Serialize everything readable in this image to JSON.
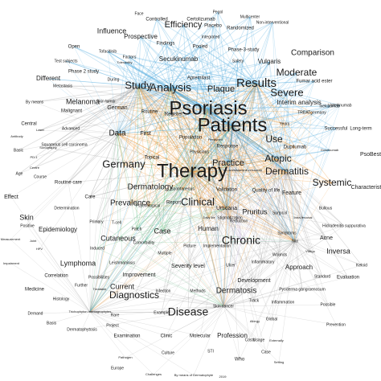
{
  "colors": {
    "blue": "#4aa8dc",
    "orange": "#ef9a3c",
    "green": "#3fae6a",
    "gray": "#9a9a9a",
    "purple": "#b8a0d8"
  },
  "words": [
    {
      "t": "Face",
      "g": "blue"
    },
    {
      "t": "Pegol",
      "g": "blue"
    },
    {
      "t": "Controlled",
      "g": "blue"
    },
    {
      "t": "Certolizumab",
      "g": "blue"
    },
    {
      "t": "Multicenter",
      "g": "blue"
    },
    {
      "t": "Non-interventional",
      "g": "blue"
    },
    {
      "t": "Influence",
      "g": "blue"
    },
    {
      "t": "Efficiency",
      "g": "blue"
    },
    {
      "t": "Placebo",
      "g": "blue"
    },
    {
      "t": "Randomized",
      "g": "blue"
    },
    {
      "t": "Prospective",
      "g": "blue"
    },
    {
      "t": "Findings",
      "g": "blue"
    },
    {
      "t": "Integrated",
      "g": "blue"
    },
    {
      "t": "Open",
      "g": "blue"
    },
    {
      "t": "Pooled",
      "g": "blue"
    },
    {
      "t": "Phase-3-study",
      "g": "blue"
    },
    {
      "t": "Tofacitinib",
      "g": "blue"
    },
    {
      "t": "Factors",
      "g": "blue"
    },
    {
      "t": "Secukinumab",
      "g": "blue"
    },
    {
      "t": "Safety",
      "g": "blue"
    },
    {
      "t": "Vulgaris",
      "g": "blue"
    },
    {
      "t": "Comparison",
      "g": "blue"
    },
    {
      "t": "Test subjects",
      "g": "blue"
    },
    {
      "t": "Tolerability",
      "g": "blue"
    },
    {
      "t": "Phase 2 study",
      "g": "blue"
    },
    {
      "t": "Moderate",
      "g": "blue"
    },
    {
      "t": "Different",
      "g": "blue"
    },
    {
      "t": "During",
      "g": "blue"
    },
    {
      "t": "Apremilast",
      "g": "blue"
    },
    {
      "t": "Fumar acid ester",
      "g": "blue"
    },
    {
      "t": "Study",
      "g": "blue"
    },
    {
      "t": "Analysis",
      "g": "blue"
    },
    {
      "t": "Plaque",
      "g": "blue"
    },
    {
      "t": "Results",
      "g": "blue"
    },
    {
      "t": "Metastasis",
      "g": "gray"
    },
    {
      "t": "Severe",
      "g": "blue"
    },
    {
      "t": "Melanoma",
      "g": "gray"
    },
    {
      "t": "Skin tumor",
      "g": "gray"
    },
    {
      "t": "Psoriasis",
      "g": "blue"
    },
    {
      "t": "Interim analysis",
      "g": "blue"
    },
    {
      "t": "Ustekinumab",
      "g": "blue"
    },
    {
      "t": "By means",
      "g": "gray"
    },
    {
      "t": "Malignant",
      "g": "gray"
    },
    {
      "t": "German",
      "g": "orange"
    },
    {
      "t": "Routine",
      "g": "orange"
    },
    {
      "t": "Register",
      "g": "orange"
    },
    {
      "t": "TREATgermany",
      "g": "orange"
    },
    {
      "t": "Ixekizumab",
      "g": "blue"
    },
    {
      "t": "Central",
      "g": "gray"
    },
    {
      "t": "Patients",
      "g": "blue"
    },
    {
      "t": "Years",
      "g": "orange"
    },
    {
      "t": "Antibody",
      "g": "gray"
    },
    {
      "t": "Laser",
      "g": "gray"
    },
    {
      "t": "Advanced",
      "g": "gray"
    },
    {
      "t": "Data",
      "g": "orange"
    },
    {
      "t": "First",
      "g": "orange"
    },
    {
      "t": "Successful",
      "g": "blue"
    },
    {
      "t": "Long-term",
      "g": "blue"
    },
    {
      "t": "Basic",
      "g": "gray"
    },
    {
      "t": "Sonography",
      "g": "gray"
    },
    {
      "t": "Squamous cell carcinoma",
      "g": "gray"
    },
    {
      "t": "Population",
      "g": "orange"
    },
    {
      "t": "Persistent",
      "g": "orange"
    },
    {
      "t": "Use",
      "g": "orange"
    },
    {
      "t": "Dupilumab",
      "g": "orange"
    },
    {
      "t": "Guselkumab",
      "g": "blue"
    },
    {
      "t": "PsoBest",
      "g": "blue"
    },
    {
      "t": "PD-1",
      "g": "gray"
    },
    {
      "t": "Topical",
      "g": "orange"
    },
    {
      "t": "Response",
      "g": "orange"
    },
    {
      "t": "Physicians",
      "g": "orange"
    },
    {
      "t": "Germany",
      "g": "orange"
    },
    {
      "t": "Practice",
      "g": "orange"
    },
    {
      "t": "Atopic",
      "g": "orange"
    },
    {
      "t": "Centre",
      "g": "gray"
    },
    {
      "t": "Course",
      "g": "gray"
    },
    {
      "t": "Therapy",
      "g": "orange"
    },
    {
      "t": "H1-antihistamine-refractory",
      "g": "orange"
    },
    {
      "t": "Dermatitis",
      "g": "orange"
    },
    {
      "t": "Age",
      "g": "gray"
    },
    {
      "t": "Routine care",
      "g": "gray"
    },
    {
      "t": "Dermatology",
      "g": "orange"
    },
    {
      "t": "Spontaneous",
      "g": "orange"
    },
    {
      "t": "Systemic",
      "g": "orange"
    },
    {
      "t": "Characteristic",
      "g": "gray"
    },
    {
      "t": "Validation",
      "g": "orange"
    },
    {
      "t": "Quality of life",
      "g": "orange"
    },
    {
      "t": "Feature",
      "g": "orange"
    },
    {
      "t": "Effect",
      "g": "gray"
    },
    {
      "t": "Care",
      "g": "gray"
    },
    {
      "t": "Determination",
      "g": "gray"
    },
    {
      "t": "Prevalence",
      "g": "orange"
    },
    {
      "t": "Psychological",
      "g": "orange"
    },
    {
      "t": "Report",
      "g": "orange"
    },
    {
      "t": "Clinical",
      "g": "orange"
    },
    {
      "t": "Urticaria",
      "g": "orange"
    },
    {
      "t": "Reduction",
      "g": "orange"
    },
    {
      "t": "Skin",
      "g": "gray"
    },
    {
      "t": "Primary",
      "g": "gray"
    },
    {
      "t": "T-cell",
      "g": "gray"
    },
    {
      "t": "Daily life",
      "g": "orange"
    },
    {
      "t": "Stigmatization",
      "g": "orange"
    },
    {
      "t": "Pruritus",
      "g": "orange"
    },
    {
      "t": "Surgical",
      "g": "gray"
    },
    {
      "t": "Intra-lesional",
      "g": "gray"
    },
    {
      "t": "Bullous",
      "g": "gray"
    },
    {
      "t": "Hidradenitis suppurativa",
      "g": "gray"
    },
    {
      "t": "Positive",
      "g": "gray"
    },
    {
      "t": "Epidemiology",
      "g": "green"
    },
    {
      "t": "Patch",
      "g": "green"
    },
    {
      "t": "Case",
      "g": "green"
    },
    {
      "t": "Human",
      "g": "gray"
    },
    {
      "t": "Chronic",
      "g": "purple"
    },
    {
      "t": "Symptoms",
      "g": "gray"
    },
    {
      "t": "Not",
      "g": "gray"
    },
    {
      "t": "Acne",
      "g": "gray"
    },
    {
      "t": "Measurement",
      "g": "gray"
    },
    {
      "t": "Joint",
      "g": "gray"
    },
    {
      "t": "Cutaneous",
      "g": "green"
    },
    {
      "t": "Comorbidity",
      "g": "green"
    },
    {
      "t": "Picture",
      "g": "gray"
    },
    {
      "t": "Implementation",
      "g": "gray"
    },
    {
      "t": "Vitiligo",
      "g": "gray"
    },
    {
      "t": "Inversa",
      "g": "gray"
    },
    {
      "t": "HPV",
      "g": "gray"
    },
    {
      "t": "Induced",
      "g": "green"
    },
    {
      "t": "Multiple",
      "g": "gray"
    },
    {
      "t": "Wounds",
      "g": "gray"
    },
    {
      "t": "Impairment",
      "g": "gray"
    },
    {
      "t": "Lymphoma",
      "g": "green"
    },
    {
      "t": "Leishmaniasis",
      "g": "green"
    },
    {
      "t": "Severity level",
      "g": "gray"
    },
    {
      "t": "Ulcer",
      "g": "gray"
    },
    {
      "t": "Inflammatory",
      "g": "gray"
    },
    {
      "t": "Keloid",
      "g": "gray"
    },
    {
      "t": "Approach",
      "g": "gray"
    },
    {
      "t": "Correlation",
      "g": "gray"
    },
    {
      "t": "Possibilities",
      "g": "gray"
    },
    {
      "t": "Improvement",
      "g": "gray"
    },
    {
      "t": "Standard",
      "g": "gray"
    },
    {
      "t": "Evaluation",
      "g": "gray"
    },
    {
      "t": "Further",
      "g": "gray"
    },
    {
      "t": "Current",
      "g": "gray"
    },
    {
      "t": "Development",
      "g": "gray"
    },
    {
      "t": "Medicine",
      "g": "gray"
    },
    {
      "t": "Treatable",
      "g": "gray"
    },
    {
      "t": "Infection",
      "g": "gray"
    },
    {
      "t": "Methods",
      "g": "gray"
    },
    {
      "t": "Dermatosis",
      "g": "gray"
    },
    {
      "t": "Pyoderma gangraenosum",
      "g": "gray"
    },
    {
      "t": "Histology",
      "g": "gray"
    },
    {
      "t": "Diagnostics",
      "g": "gray"
    },
    {
      "t": "Track",
      "g": "gray"
    },
    {
      "t": "Inflammation",
      "g": "gray"
    },
    {
      "t": "Possible",
      "g": "gray"
    },
    {
      "t": "Demand",
      "g": "gray"
    },
    {
      "t": "Trichophyton mentagrophytes",
      "g": "gray"
    },
    {
      "t": "Rare",
      "g": "gray"
    },
    {
      "t": "Disease",
      "g": "gray"
    },
    {
      "t": "Skin cancer",
      "g": "gray"
    },
    {
      "t": "Basis",
      "g": "gray"
    },
    {
      "t": "Dermatophytosis",
      "g": "gray"
    },
    {
      "t": "Project",
      "g": "gray"
    },
    {
      "t": "Example",
      "g": "gray"
    },
    {
      "t": "Global",
      "g": "gray"
    },
    {
      "t": "Allergy",
      "g": "gray"
    },
    {
      "t": "Prevention",
      "g": "gray"
    },
    {
      "t": "Usage",
      "g": "gray"
    },
    {
      "t": "Examination",
      "g": "gray"
    },
    {
      "t": "Clinic",
      "g": "gray"
    },
    {
      "t": "Molecular",
      "g": "gray"
    },
    {
      "t": "Profession",
      "g": "gray"
    },
    {
      "t": "Costs",
      "g": "gray"
    },
    {
      "t": "Case",
      "g": "gray"
    },
    {
      "t": "Externally",
      "g": "gray"
    },
    {
      "t": "Pathogen",
      "g": "gray"
    },
    {
      "t": "Culture",
      "g": "gray"
    },
    {
      "t": "STI",
      "g": "gray"
    },
    {
      "t": "Who",
      "g": "gray"
    },
    {
      "t": "Setting",
      "g": "gray"
    },
    {
      "t": "Europe",
      "g": "gray"
    },
    {
      "t": "Challenges",
      "g": "gray"
    },
    {
      "t": "By means of Dermatophyte",
      "g": "gray"
    },
    {
      "t": "2019",
      "g": "gray"
    }
  ]
}
